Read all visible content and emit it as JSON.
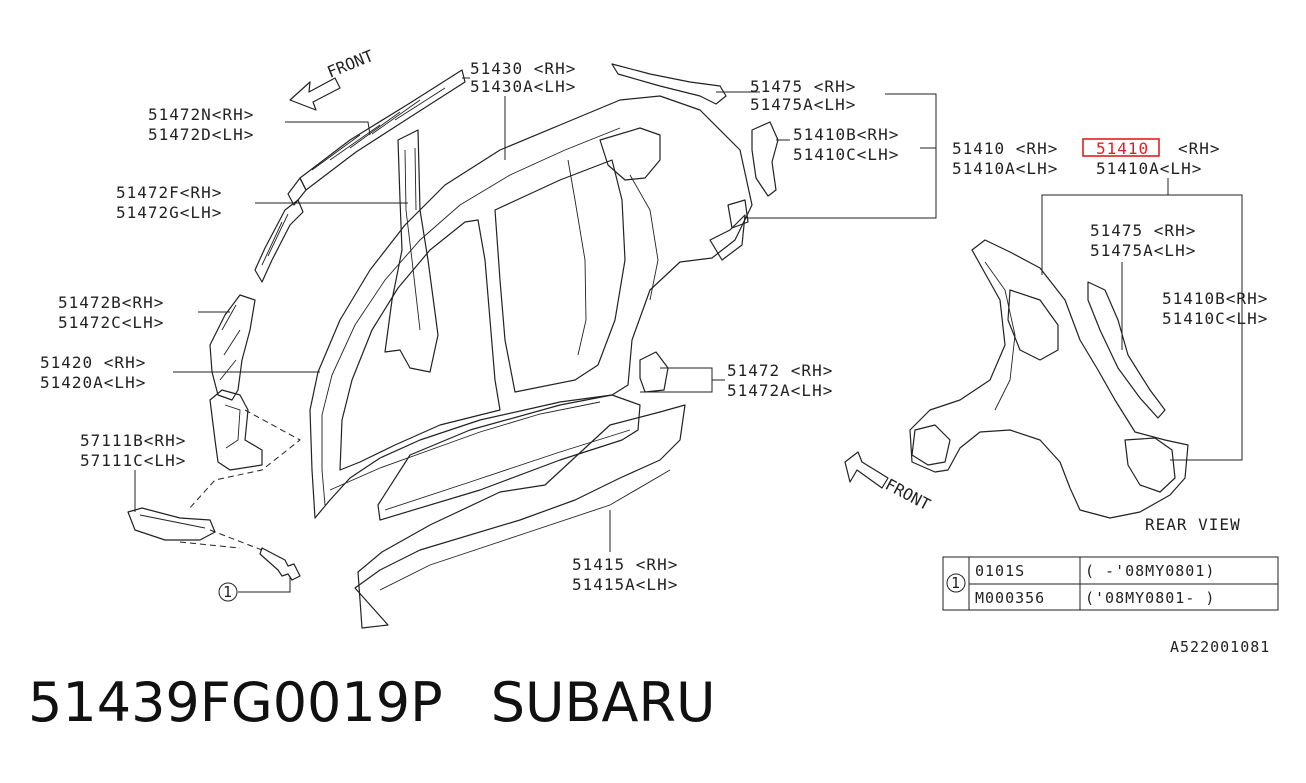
{
  "labels": [
    {
      "id": "l51430",
      "text": "51430  <RH>"
    },
    {
      "id": "l51430a",
      "text": "51430A<LH>"
    },
    {
      "id": "l51472n",
      "text": "51472N<RH>"
    },
    {
      "id": "l51472d",
      "text": "51472D<LH>"
    },
    {
      "id": "l51472f",
      "text": "51472F<RH>"
    },
    {
      "id": "l51472g",
      "text": "51472G<LH>"
    },
    {
      "id": "l51472b",
      "text": "51472B<RH>"
    },
    {
      "id": "l51472c",
      "text": "51472C<LH>"
    },
    {
      "id": "l51420",
      "text": "51420  <RH>"
    },
    {
      "id": "l51420a",
      "text": "51420A<LH>"
    },
    {
      "id": "l57111b",
      "text": "57111B<RH>"
    },
    {
      "id": "l57111c",
      "text": "57111C<LH>"
    },
    {
      "id": "l51475",
      "text": "51475  <RH>"
    },
    {
      "id": "l51475a",
      "text": "51475A<LH>"
    },
    {
      "id": "l51410b",
      "text": "51410B<RH>"
    },
    {
      "id": "l51410c",
      "text": "51410C<LH>"
    },
    {
      "id": "l51410",
      "text": "51410  <RH>"
    },
    {
      "id": "l51410a",
      "text": "51410A<LH>"
    },
    {
      "id": "r51410a",
      "text": "51410A<LH>"
    },
    {
      "id": "r51475",
      "text": "51475  <RH>"
    },
    {
      "id": "r51475a",
      "text": "51475A<LH>"
    },
    {
      "id": "r51410b",
      "text": "51410B<RH>"
    },
    {
      "id": "r51410c",
      "text": "51410C<LH>"
    },
    {
      "id": "l51472",
      "text": "51472  <RH>"
    },
    {
      "id": "l51472a",
      "text": "51472A<LH>"
    },
    {
      "id": "l51415",
      "text": "51415  <RH>"
    },
    {
      "id": "l51415a",
      "text": "51415A<LH>"
    }
  ],
  "highlight": {
    "part": "51410",
    "suffix": "<RH>",
    "color": "#e02020"
  },
  "front_label": "FRONT",
  "rear_view_label": "REAR VIEW",
  "fastener_callout": "1",
  "fastener_table": {
    "marker": "1",
    "rows": [
      {
        "part": "0101S",
        "applicability": "(      -'08MY0801)"
      },
      {
        "part": "M000356",
        "applicability": "('08MY0801-       )"
      }
    ]
  },
  "diagram_code": "A522001081",
  "caption": {
    "part_number": "51439FG0019P",
    "brand": "SUBARU"
  }
}
